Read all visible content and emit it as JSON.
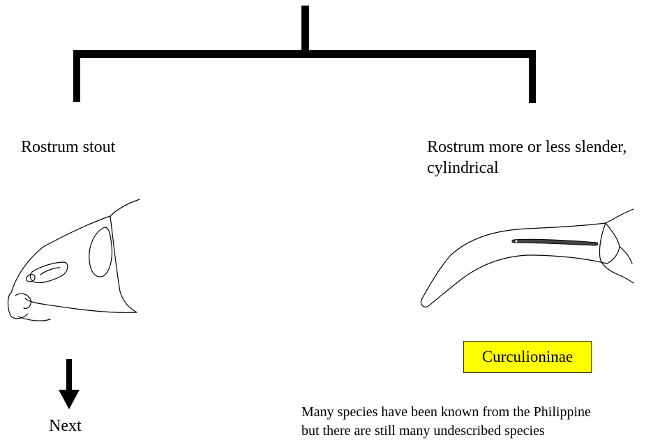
{
  "left_branch": {
    "label": "Rostrum stout",
    "drawing_icon": "weevil-head-stout-rostrum"
  },
  "right_branch": {
    "label_lines": [
      "Rostrum more or less slender,",
      "cylindrical"
    ],
    "drawing_icon": "weevil-head-slender-rostrum",
    "taxon": "Curculioninae",
    "taxon_color": "#ffff00",
    "note_lines": [
      "Many species have been known from the Philippine",
      "but there are still many undescribed species"
    ]
  },
  "navigation": {
    "next_label": "Next",
    "arrow_icon": "down-arrow-icon"
  },
  "colors": {
    "lines": "#000000",
    "background": "#ffffff"
  }
}
